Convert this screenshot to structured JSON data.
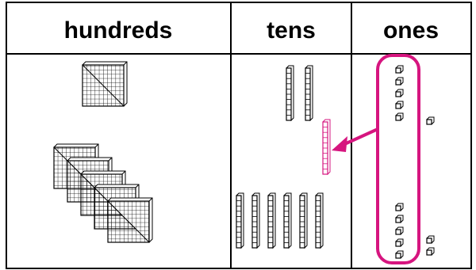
{
  "headers": {
    "hundreds": "hundreds",
    "tens": "tens",
    "ones": "ones"
  },
  "counts": {
    "hundreds_top_flats": 1,
    "hundreds_bottom_flats": 5,
    "tens_top_rods": 2,
    "tens_regroup_rods": 1,
    "tens_bottom_rods": 6,
    "ones_top_circled": 5,
    "ones_top_extra": 1,
    "ones_bottom_circled": 5,
    "ones_bottom_extra": 2
  },
  "colors": {
    "highlight": "#d6157f",
    "line": "#000000"
  },
  "icons": {
    "regroup_arrow": "arrow-left-icon"
  }
}
